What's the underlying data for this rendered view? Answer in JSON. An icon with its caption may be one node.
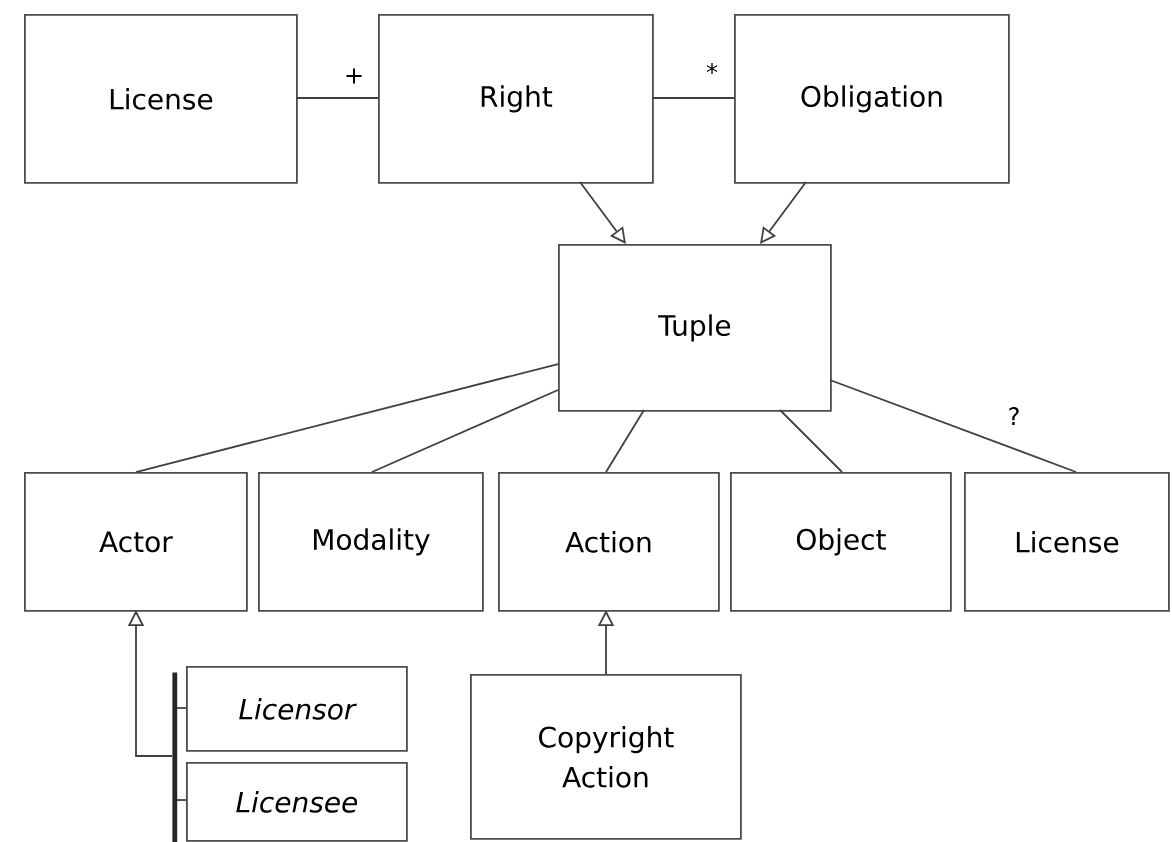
{
  "diagram": {
    "nodes": [
      {
        "text": [
          "License"
        ]
      },
      {
        "text": [
          "Right"
        ]
      },
      {
        "text": [
          "Obligation"
        ]
      },
      {
        "text": [
          "Tuple"
        ]
      },
      {
        "text": [
          "Actor"
        ]
      },
      {
        "text": [
          "Modality"
        ]
      },
      {
        "text": [
          "Action"
        ]
      },
      {
        "text": [
          "Object"
        ]
      },
      {
        "text": [
          "License"
        ]
      },
      {
        "text": [
          "Licensor"
        ]
      },
      {
        "text": [
          "Licensee"
        ]
      },
      {
        "text": [
          "Copyright Action"
        ]
      },
      {
        "text": [],
        "shape": "bar"
      }
    ],
    "edges": [
      {
        "from": 0,
        "to": 1,
        "arrow": "none",
        "label": "+"
      },
      {
        "from": 1,
        "to": 2,
        "arrow": "none",
        "label": "*"
      },
      {
        "from": 1,
        "to": 3,
        "arrow": "to"
      },
      {
        "from": 2,
        "to": 3,
        "arrow": "to"
      },
      {
        "from": 3,
        "to": 4,
        "arrow": "none"
      },
      {
        "from": 3,
        "to": 5,
        "arrow": "none"
      },
      {
        "from": 3,
        "to": 6,
        "arrow": "none"
      },
      {
        "from": 3,
        "to": 7,
        "arrow": "none"
      },
      {
        "from": 3,
        "to": 8,
        "arrow": "none",
        "label": "?"
      },
      {
        "from": 9,
        "to": 12,
        "arrow": "none"
      },
      {
        "from": 10,
        "to": 12,
        "arrow": "none"
      },
      {
        "from": 12,
        "to": 4,
        "arrow": "to"
      },
      {
        "from": 11,
        "to": 6,
        "arrow": "to"
      }
    ]
  }
}
